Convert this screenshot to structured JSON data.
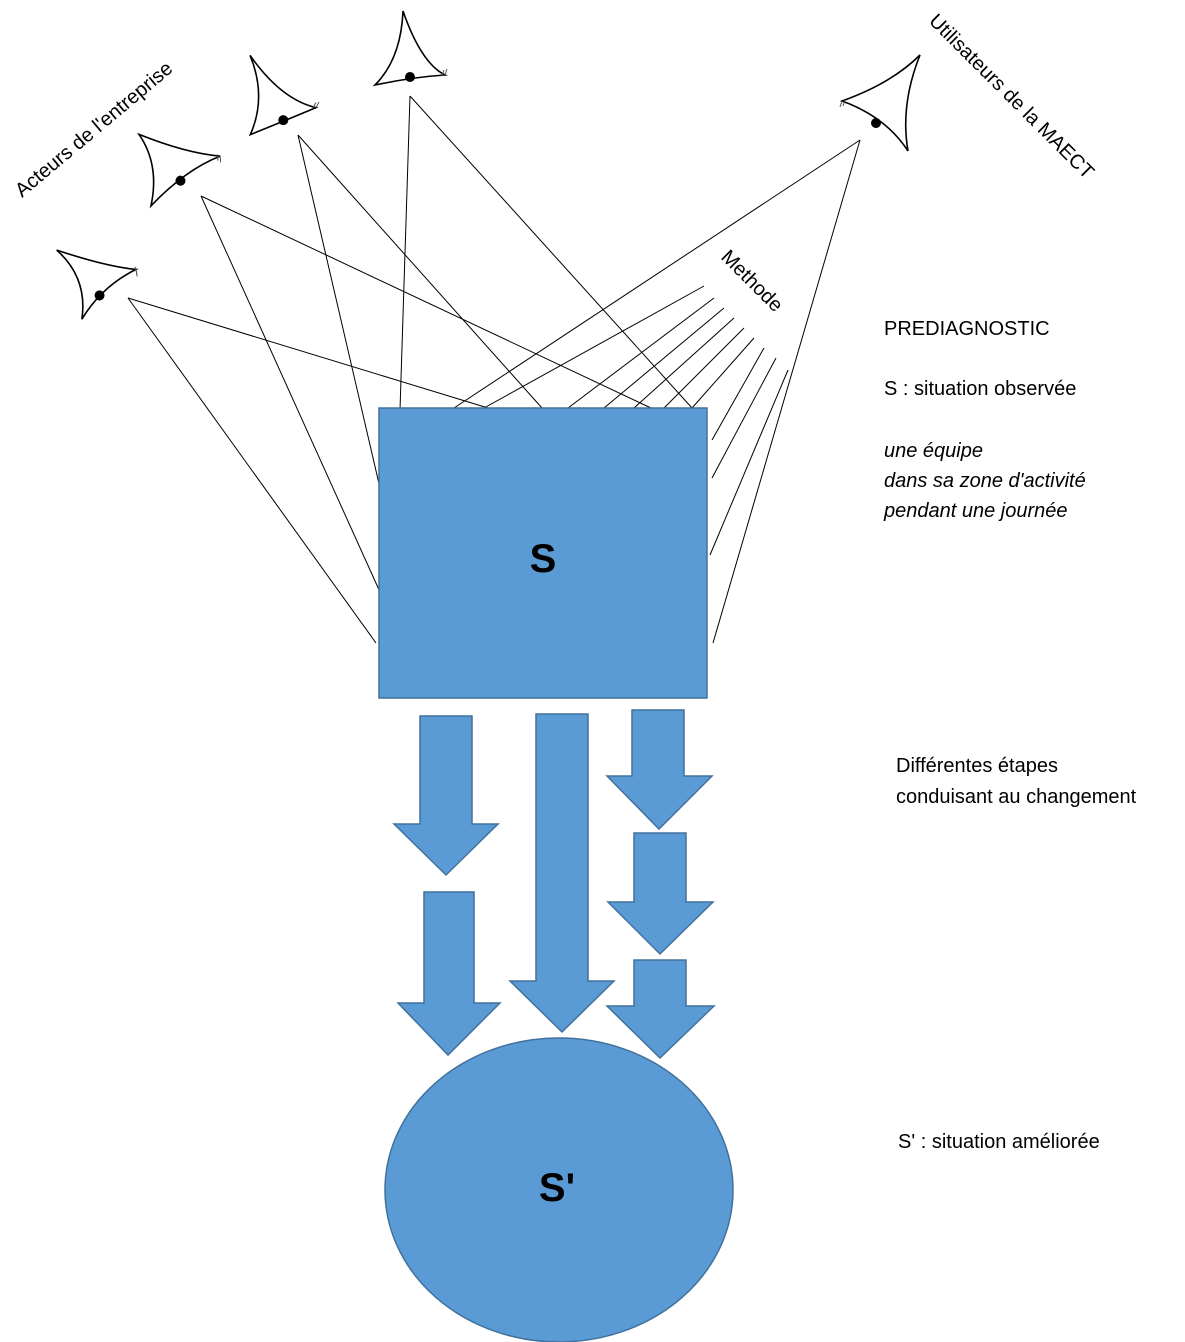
{
  "diagram": {
    "labels": {
      "actors": "Acteurs de l'entreprise",
      "users": "Utilisateurs de la MAECT",
      "method": "Methode",
      "prediagnostic": "PREDIAGNOSTIC",
      "s_definition": "S : situation observée",
      "s_detail_1": "une équipe",
      "s_detail_2": "dans sa zone d'activité",
      "s_detail_3": "pendant une journée",
      "steps_1": "Différentes étapes",
      "steps_2": "conduisant au changement",
      "s_prime_definition": "S' : situation améliorée"
    },
    "nodes": {
      "s_label": "S",
      "s_prime_label": "S'"
    },
    "colors": {
      "fill": "#5b9bd5",
      "stroke": "#41719c",
      "line": "#000000"
    },
    "icons": [
      "eye-icon"
    ]
  }
}
